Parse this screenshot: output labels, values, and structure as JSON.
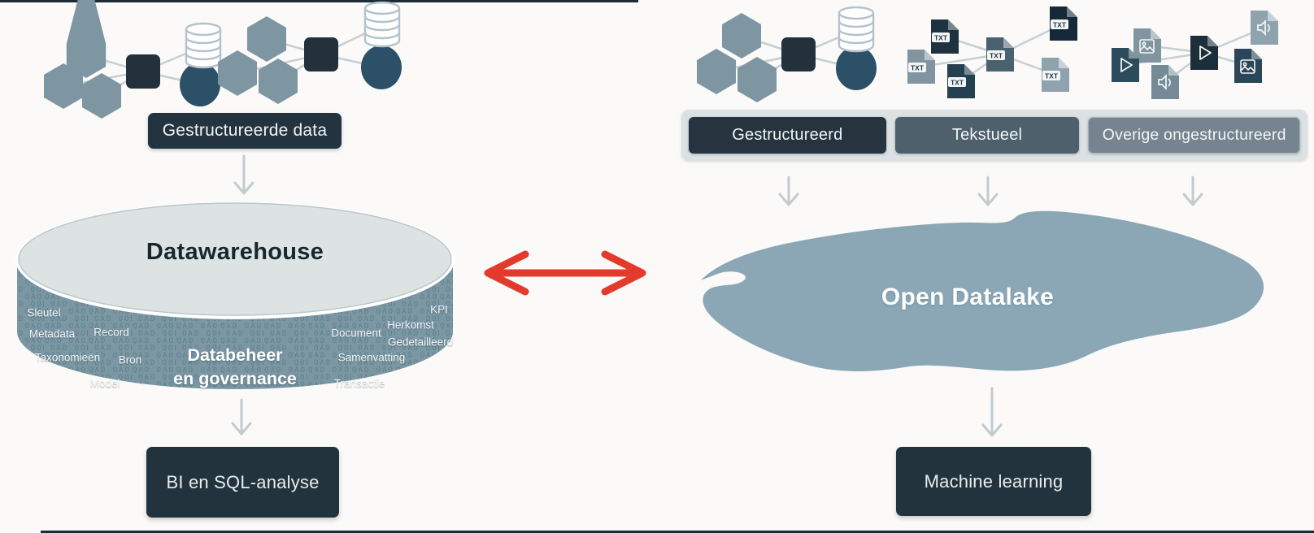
{
  "colors": {
    "accent_red": "#e43a2d",
    "dark_box": "#233440",
    "slate_badge": "#4d606b",
    "gray_badge": "#75848e",
    "cylinder_band": "#7b97a4",
    "lake_blue": "#8ba7b5"
  },
  "left_panel": {
    "source_badge": "Gestructureerde data",
    "warehouse_title": "Datawarehouse",
    "governance_line1": "Databeheer",
    "governance_line2": "en governance",
    "band_tags": {
      "sleutel": "Sleutel",
      "metadata": "Metadata",
      "record": "Record",
      "taxonomieen": "Taxonomieën",
      "bron": "Bron",
      "model": "Model",
      "kpi": "KPI",
      "herkomst": "Herkomst",
      "document": "Document",
      "gedetailleerd": "Gedetailleerd",
      "samenvatting": "Samenvatting",
      "transactie": "Transactie"
    },
    "output_box": "BI en SQL-analyse"
  },
  "right_panel": {
    "source_badges": {
      "structured": "Gestructureerd",
      "textual": "Tekstueel",
      "other": "Overige ongestructureerd"
    },
    "lake_title": "Open Datalake",
    "output_box": "Machine learning"
  },
  "icons": {
    "file_type_label": "TXT",
    "names": [
      "hexagon-node-icon",
      "square-node-icon",
      "circle-node-icon",
      "database-cylinder-icon",
      "txt-file-icon",
      "video-file-icon",
      "audio-file-icon",
      "image-file-icon",
      "down-arrow-icon",
      "bidirectional-arrow-icon"
    ]
  }
}
